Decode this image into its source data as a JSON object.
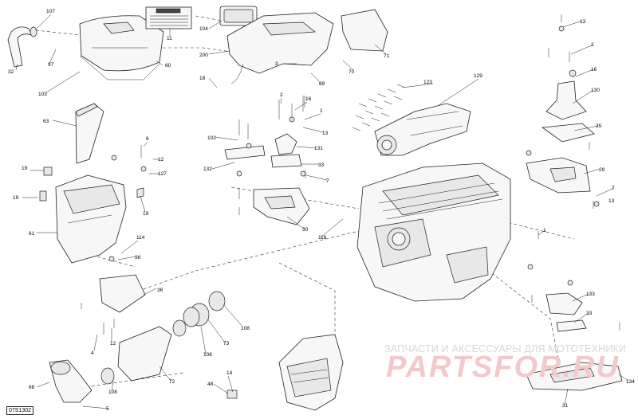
{
  "diagram": {
    "code": "07S1302",
    "watermark_line1": "ЗАПЧАСТИ И АКСЕССУАРЫ ДЛЯ МОТОТЕХНИКИ",
    "watermark_line2": "PARTSFOR.RU",
    "callouts": {
      "c107": "107",
      "c32": "32",
      "c97": "97",
      "c103": "103",
      "c60": "60",
      "c11": "11",
      "c104": "104",
      "c200": "200",
      "c18": "18",
      "c3": "3",
      "c69": "69",
      "c70": "70",
      "c71": "71",
      "c63": "63",
      "c6": "6",
      "c12a": "12",
      "c127": "127",
      "c19a": "19",
      "c19b": "19",
      "c19c": "19",
      "c61": "61",
      "c114": "114",
      "c98": "98",
      "c36": "36",
      "c4": "4",
      "c12b": "12",
      "c108a": "108",
      "c108b": "108",
      "c108c": "108",
      "c73": "73",
      "c72": "72",
      "c68": "68",
      "c14": "14",
      "c48": "48",
      "c5": "5",
      "c2a": "2",
      "c16a": "16",
      "c1a": "1",
      "c102": "102",
      "c131": "131",
      "c33a": "33",
      "c132": "132",
      "c7a": "7",
      "c30": "30",
      "c116": "116",
      "c123": "123",
      "c129": "129",
      "c13a": "13",
      "c2b": "2",
      "c16b": "16",
      "c130": "130",
      "c35": "35",
      "c29": "29",
      "c7b": "7",
      "c1b": "1",
      "c13b": "13",
      "c133": "133",
      "c33b": "33",
      "c31": "31",
      "c134": "134"
    }
  }
}
